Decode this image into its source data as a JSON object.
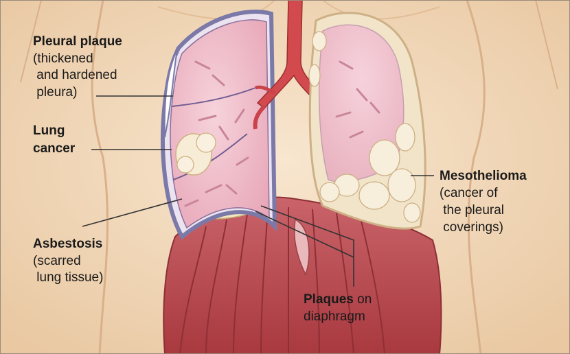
{
  "labels": {
    "pleural_plaque": {
      "title": "Pleural plaque",
      "line1": "(thickened",
      "line2": " and hardened",
      "line3": " pleura)"
    },
    "lung_cancer": {
      "title1": "Lung",
      "title2": "cancer"
    },
    "asbestosis": {
      "title": "Asbestosis",
      "line1": "(scarred",
      "line2": " lung tissue)"
    },
    "mesothelioma": {
      "title": "Mesothelioma",
      "line1": "(cancer of",
      "line2": " the pleural",
      "line3": " coverings)"
    },
    "plaques_diaphragm": {
      "title": "Plaques",
      "suffix": " on",
      "line1": "diaphragm"
    }
  },
  "colors": {
    "skin": "#f6dfc4",
    "body_shadow": "#e7c29c",
    "lung_fill": "#f1c2cf",
    "lung_pleura": "#7b79a8",
    "airway": "#d34a4e",
    "diaphragm": "#c0555b",
    "mesothelioma_tissue": "#f2e4c8"
  }
}
